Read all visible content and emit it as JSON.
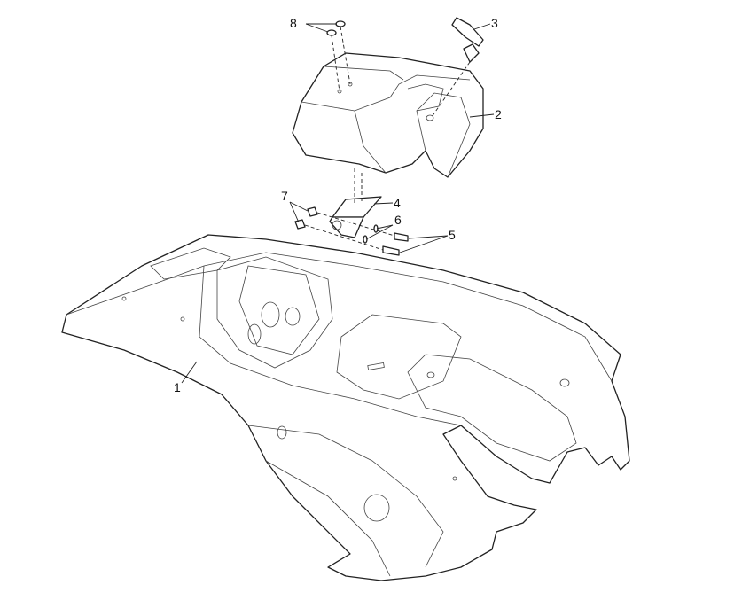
{
  "callouts": [
    {
      "id": "1",
      "label": "1"
    },
    {
      "id": "2",
      "label": "2"
    },
    {
      "id": "3",
      "label": "3"
    },
    {
      "id": "4",
      "label": "4"
    },
    {
      "id": "5",
      "label": "5"
    },
    {
      "id": "6",
      "label": "6"
    },
    {
      "id": "7",
      "label": "7"
    },
    {
      "id": "8",
      "label": "8"
    }
  ],
  "colors": {
    "line": "#222222",
    "background": "#ffffff"
  }
}
